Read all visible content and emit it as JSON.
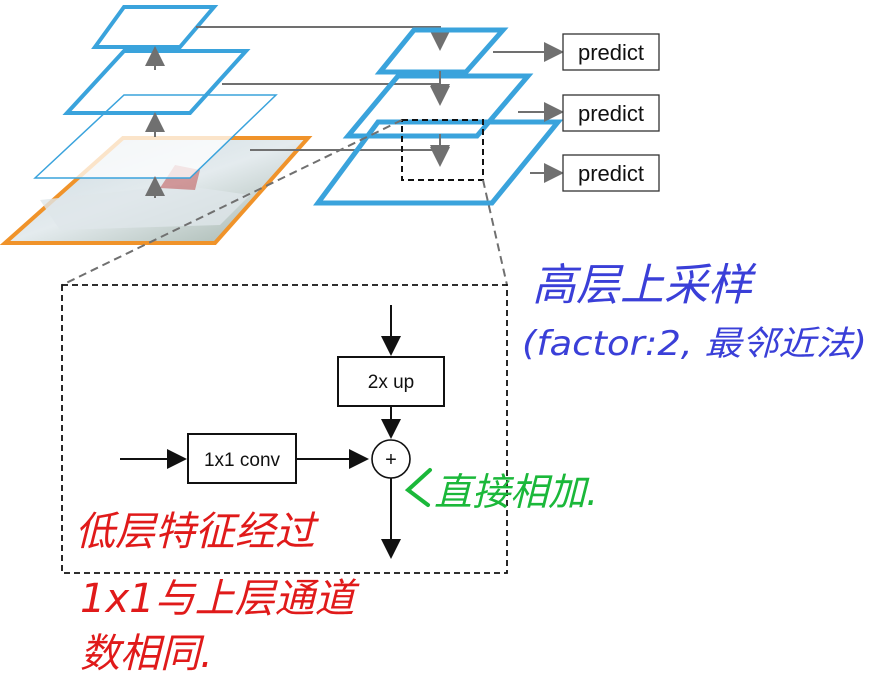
{
  "predict_labels": [
    "predict",
    "predict",
    "predict"
  ],
  "upsample_label": "2x up",
  "conv_label": "1x1 conv",
  "plus_symbol": "+",
  "annotations": {
    "blue_title": "高层上采样",
    "blue_detail": "(factor:2, 最邻近法)",
    "green_note": "直接相加.",
    "red_line1": "低层特征经过",
    "red_line2": "1x1与上层通道",
    "red_line3": "数相同."
  },
  "colors": {
    "pyramid_blue": "#3aa3dc",
    "orange": "#f0932a",
    "arrow_gray": "#707070",
    "annotation_blue": "#3a3fd8",
    "annotation_green": "#1bb83a",
    "annotation_red": "#e01a1a"
  }
}
